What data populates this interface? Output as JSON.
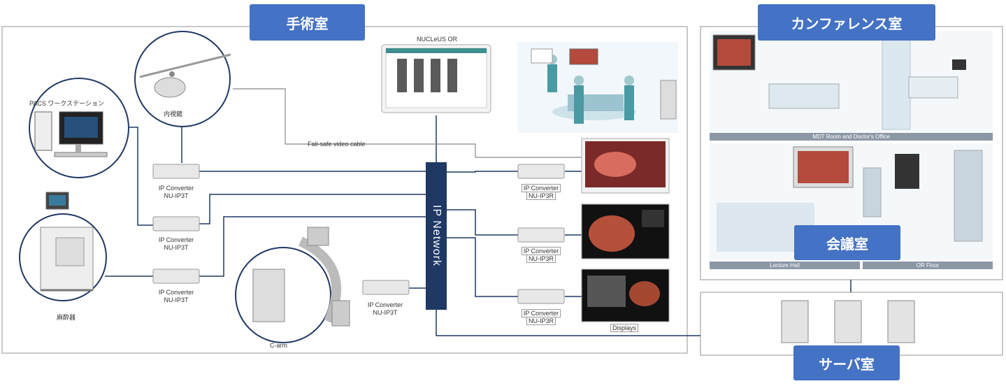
{
  "rooms": {
    "or": "手術室",
    "conference": "カンファレンス室",
    "meeting": "会議室",
    "server": "サーバ室"
  },
  "devices": {
    "pacs": "PACS ワークステーション",
    "endoscope": "内視鏡",
    "anesthesia": "麻酔器",
    "c_arm": "C-arm",
    "nucleus": "NUCLeUS OR",
    "displays": "Displays"
  },
  "converters": {
    "name": "IP Converter",
    "tx_model": "NU-IP3T",
    "rx_model": "NU-IP3R"
  },
  "network": "IP Network",
  "failsafe": "Fail-safe video cable",
  "conference_areas": {
    "mdt": "MDT Room and Doctor's Office",
    "lecture": "Lecture Hall",
    "or_floor": "OR Floor"
  },
  "colors": {
    "tag": "#4472c4",
    "network": "#1f3864",
    "line": "#1f3864"
  }
}
